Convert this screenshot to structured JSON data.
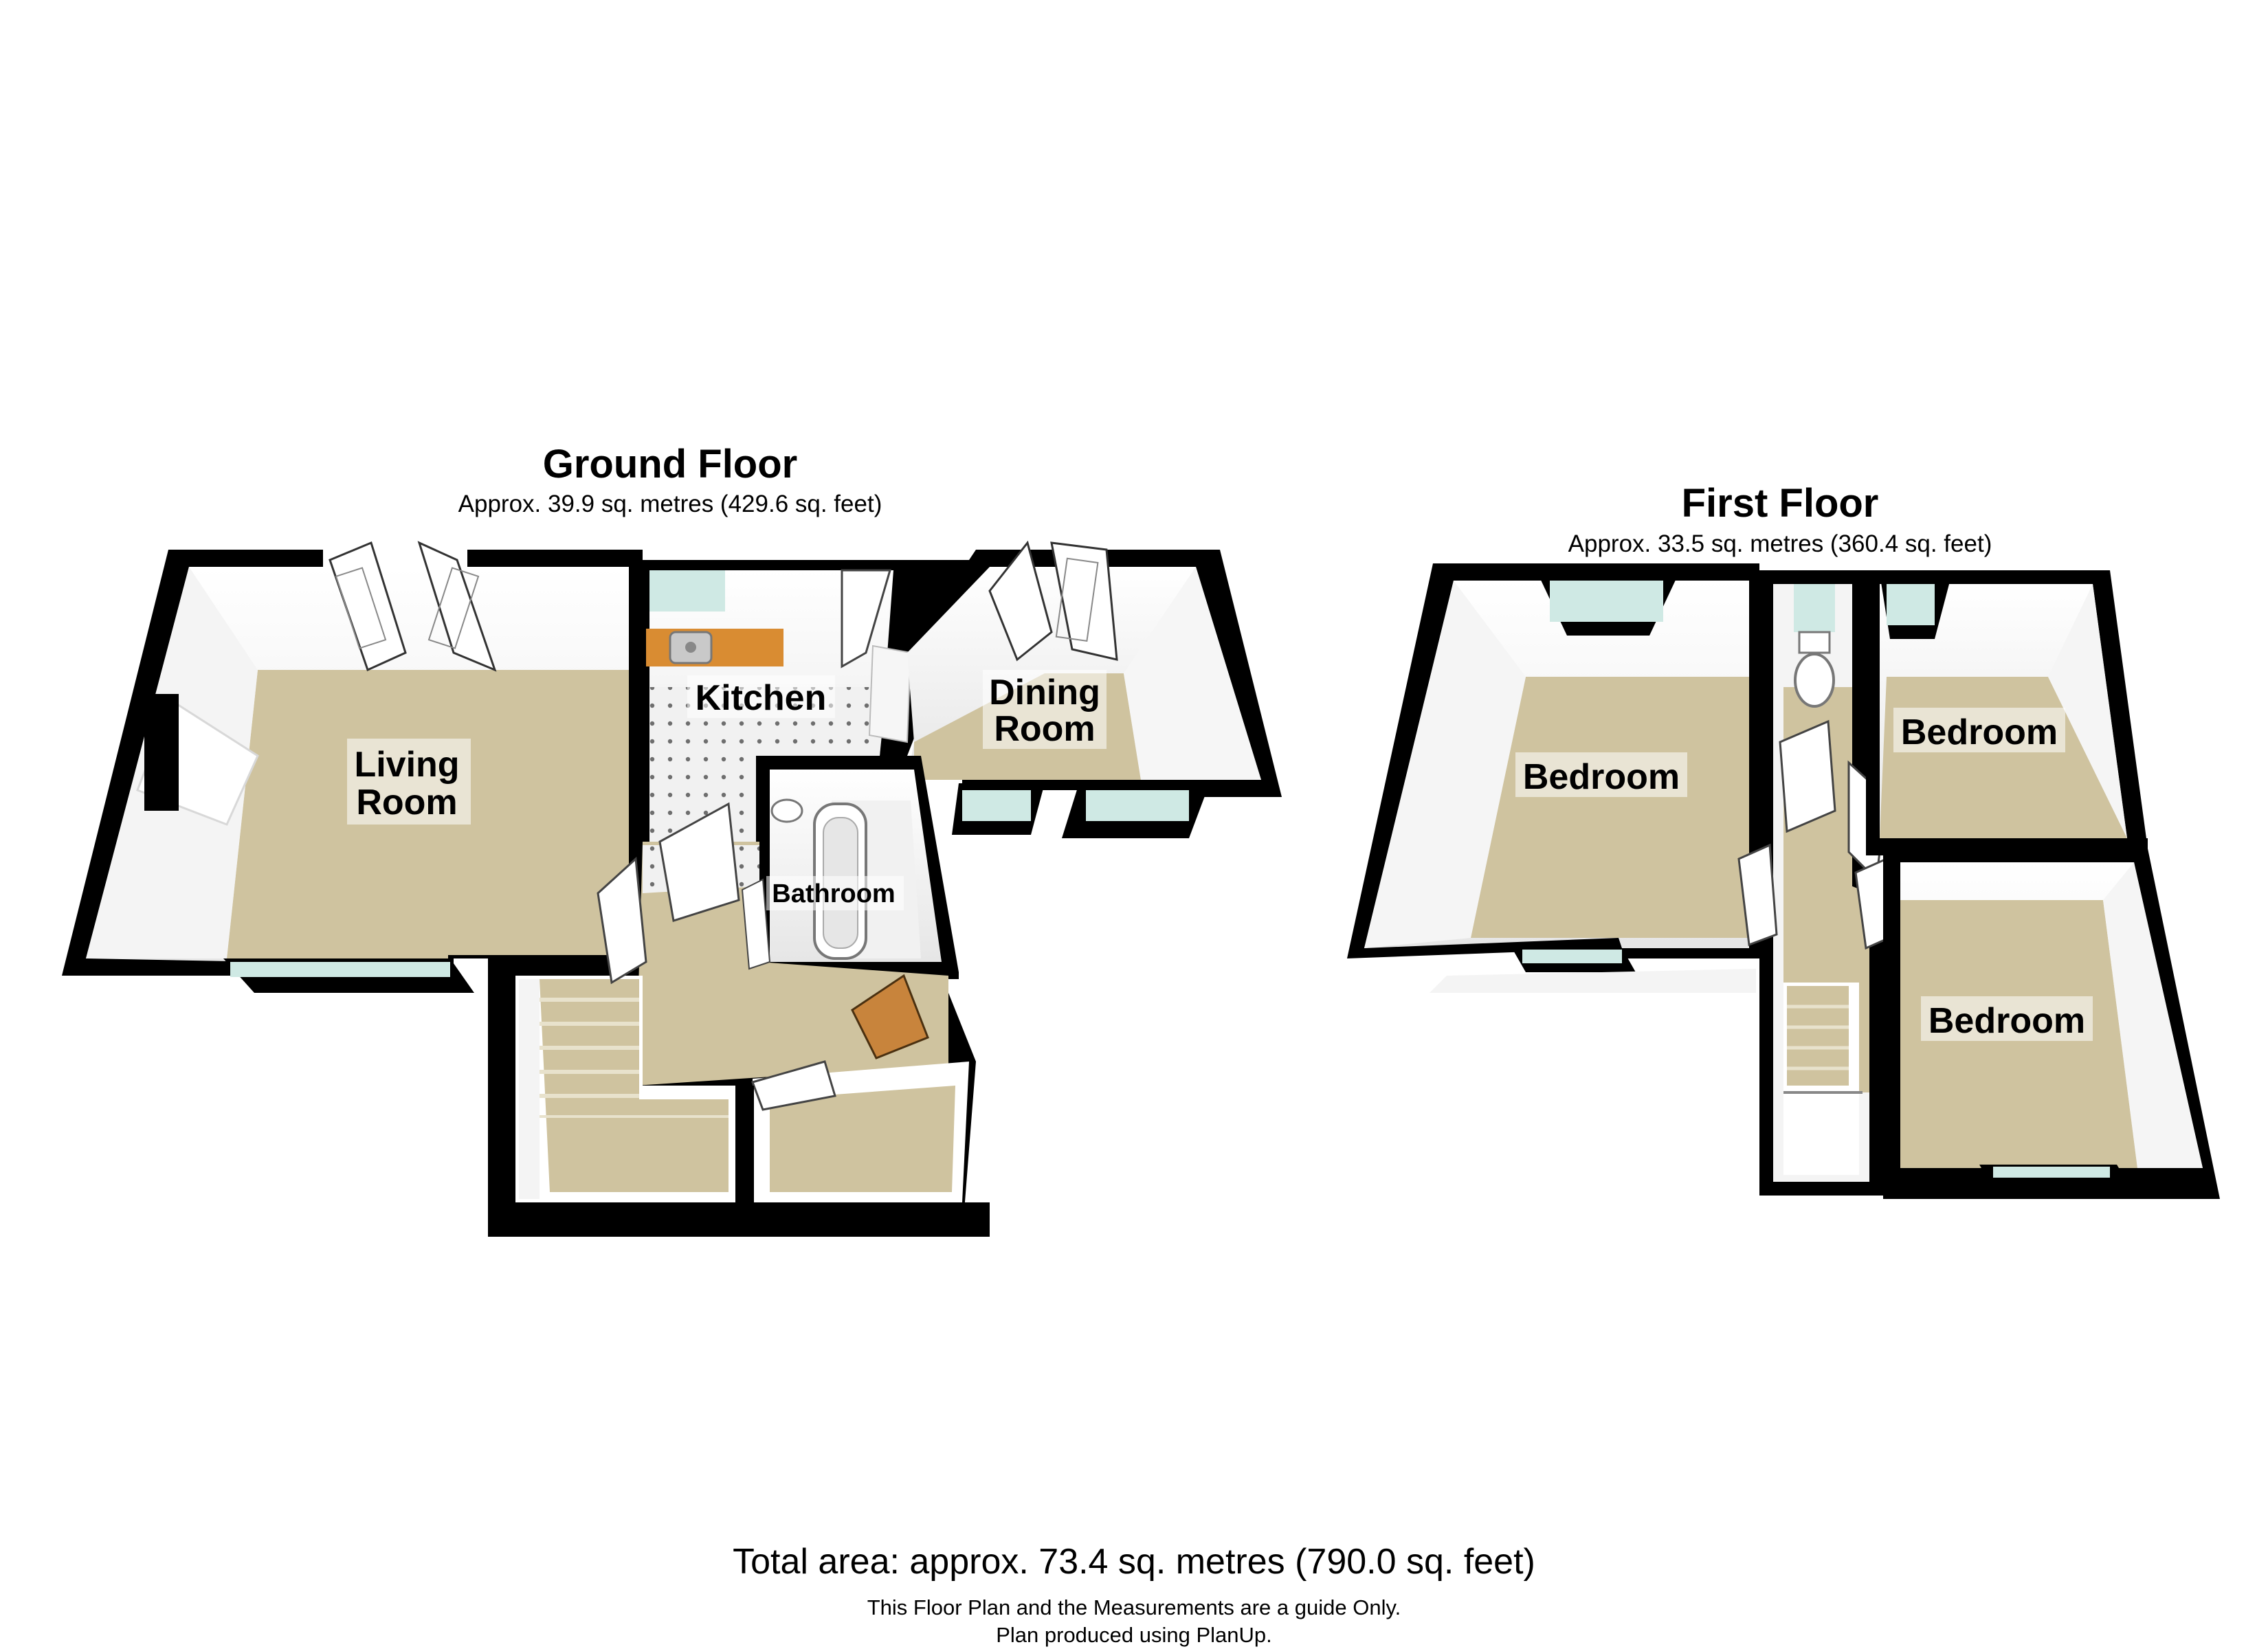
{
  "ground_floor": {
    "title": "Ground Floor",
    "area": "Approx. 39.9 sq. metres (429.6 sq. feet)",
    "rooms": {
      "living_room_line1": "Living",
      "living_room_line2": "Room",
      "kitchen": "Kitchen",
      "dining_room_line1": "Dining",
      "dining_room_line2": "Room",
      "bathroom": "Bathroom"
    }
  },
  "first_floor": {
    "title": "First Floor",
    "area": "Approx. 33.5 sq. metres (360.4 sq. feet)",
    "rooms": {
      "bedroom_large": "Bedroom",
      "bedroom_top_right": "Bedroom",
      "bedroom_bottom_right": "Bedroom"
    }
  },
  "footer": {
    "total_area": "Total area: approx. 73.4 sq. metres (790.0 sq. feet)",
    "disclaimer": "This Floor Plan and the Measurements are a guide Only.",
    "credit": "Plan produced using PlanUp."
  },
  "colors": {
    "wall": "#000000",
    "carpet": "#cfc39f",
    "wall_face": "#f2f2f2",
    "window_glass": "#cfe9e4",
    "kitchen_floor": "#eeeeee",
    "worktop": "#d98c32",
    "door": "#ffffff"
  }
}
